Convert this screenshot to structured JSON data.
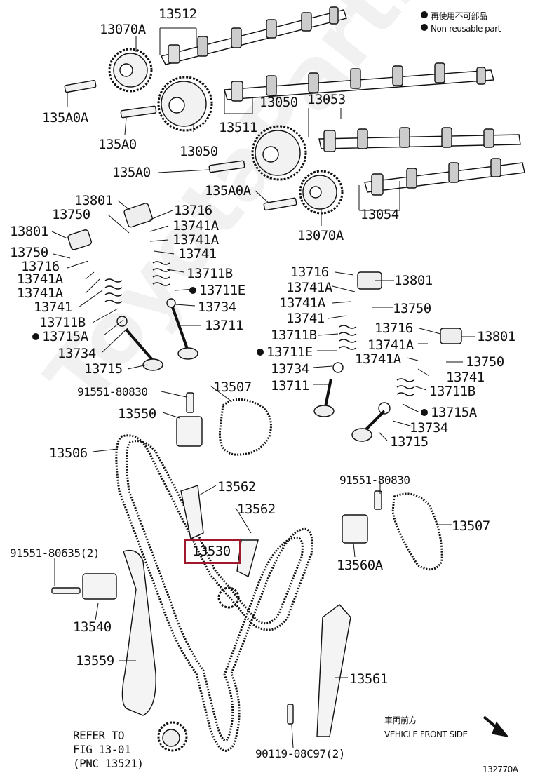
{
  "legend": {
    "item_zh": "再使用不可部品",
    "item_en": "Non-reusable part"
  },
  "footer": {
    "front_zh": "車両前方",
    "front_en": "VEHICLE FRONT SIDE",
    "refer1": "REFER TO",
    "refer2": "FIG 13-01",
    "refer3": "(PNC 13521)",
    "fig_id": "132770A"
  },
  "labels": {
    "l13512": "13512",
    "l13070A_1": "13070A",
    "l135A0A_1": "135A0A",
    "l135A0_1": "135A0",
    "l13050_1": "13050",
    "l13050_2": "13050",
    "l13053": "13053",
    "l13511": "13511",
    "l135A0_2": "135A0",
    "l135A0A_2": "135A0A",
    "l13054": "13054",
    "l13070A_2": "13070A",
    "l13801_a": "13801",
    "l13750_a": "13750",
    "l13801_b": "13801",
    "l13750_b": "13750",
    "l13716_a": "13716",
    "l13741A_a1": "13741A",
    "l13741A_a2": "13741A",
    "l13741_a": "13741",
    "l13716_b": "13716",
    "l13741A_b1": "13741A",
    "l13741A_b2": "13741A",
    "l13741_b": "13741",
    "l13711B_a": "13711B",
    "l13711E_a": "13711E",
    "l13734_a": "13734",
    "l13711_a": "13711",
    "l13711B_b": "13711B",
    "l13715A_a": "13715A",
    "l13734_b": "13734",
    "l13715_a": "13715",
    "l13716_c": "13716",
    "l13801_c": "13801",
    "l13741A_c1": "13741A",
    "l13741A_c2": "13741A",
    "l13750_c": "13750",
    "l13741_c": "13741",
    "l13711B_c": "13711B",
    "l13711E_c": "13711E",
    "l13734_c": "13734",
    "l13711_c": "13711",
    "l13716_d": "13716",
    "l13801_d": "13801",
    "l13741A_d1": "13741A",
    "l13741A_d2": "13741A",
    "l13750_d": "13750",
    "l13741_d": "13741",
    "l13711B_d": "13711B",
    "l13715A_d": "13715A",
    "l13734_d": "13734",
    "l13715_d": "13715",
    "l91551_80830_a": "91551-80830",
    "l13550": "13550",
    "l13507_a": "13507",
    "l13506": "13506",
    "l13562_a": "13562",
    "l13562_b": "13562",
    "l13530": "13530",
    "l91551_80635": "91551-80635(2)",
    "l13540": "13540",
    "l13559": "13559",
    "l91551_80830_b": "91551-80830",
    "l13507_b": "13507",
    "l13560A": "13560A",
    "l13561": "13561",
    "l90119": "90119-08C97(2)"
  },
  "highlight": {
    "color": "#a0182c"
  }
}
